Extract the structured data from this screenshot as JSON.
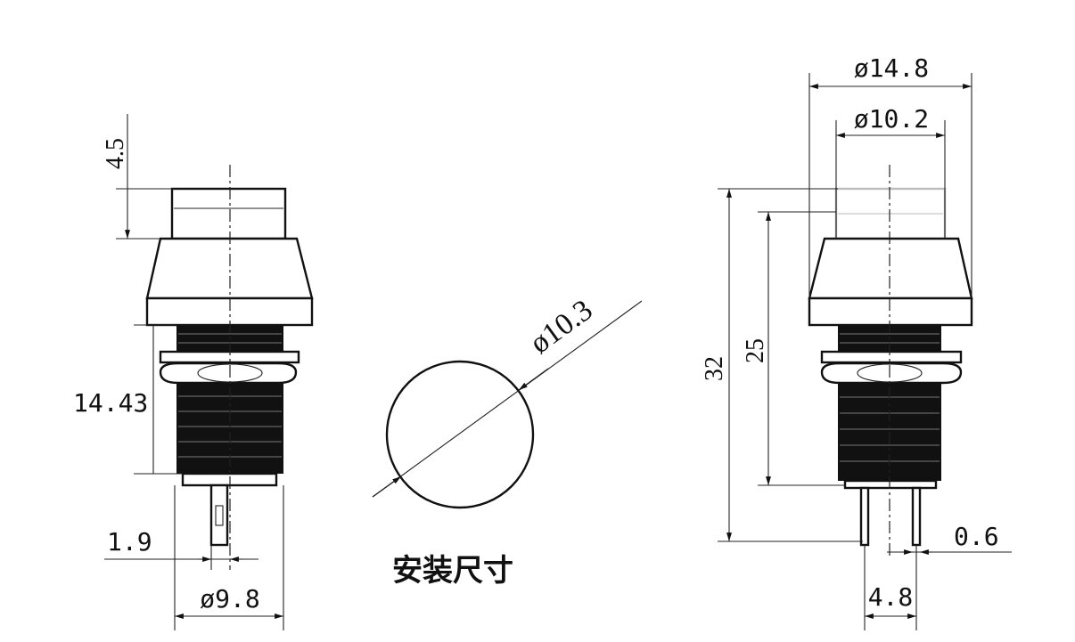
{
  "title": "安装尺寸",
  "left_view": {
    "cap_height": "4.5",
    "thread_length": "14.43",
    "pin_width": "1.9",
    "thread_diameter": "ø9.8"
  },
  "mounting_hole": {
    "diameter": "ø10.3"
  },
  "right_view": {
    "outer_diameter": "ø14.8",
    "cap_diameter": "ø10.2",
    "total_height": "32",
    "body_height": "25",
    "pin_thickness": "0.6",
    "pin_spacing": "4.8"
  }
}
